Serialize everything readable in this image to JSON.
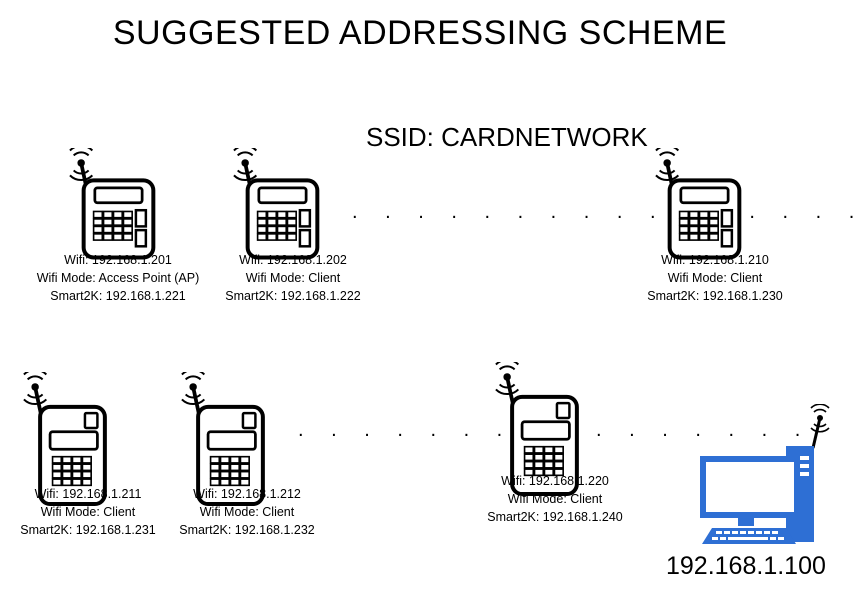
{
  "title": "SUGGESTED ADDRESSING SCHEME",
  "ssid": "SSID: CARDNETWORK",
  "ellipsis": ". . . . . . . . . . . . . . . .",
  "row1": [
    {
      "wifi": "Wifi: 192.168.1.201",
      "mode": "Wifi Mode: Access Point (AP)",
      "smart": "Smart2K: 192.168.1.221"
    },
    {
      "wifi": "Wifi: 192.168.1.202",
      "mode": "Wifi Mode: Client",
      "smart": "Smart2K: 192.168.1.222"
    },
    {
      "wifi": "Wifi: 192.168.1.210",
      "mode": "Wifi Mode: Client",
      "smart": "Smart2K: 192.168.1.230"
    }
  ],
  "row2": [
    {
      "wifi": "Wifi: 192.168.1.211",
      "mode": "Wifi Mode: Client",
      "smart": "Smart2K: 192.168.1.231"
    },
    {
      "wifi": "Wifi: 192.168.1.212",
      "mode": "Wifi Mode: Client",
      "smart": "Smart2K: 192.168.1.232"
    },
    {
      "wifi": "Wifi: 192.168.1.220",
      "mode": "Wifi Mode: Client",
      "smart": "Smart2K: 192.168.1.240"
    }
  ],
  "computer": {
    "ip": "192.168.1.100",
    "color": "#2e6fd4"
  }
}
